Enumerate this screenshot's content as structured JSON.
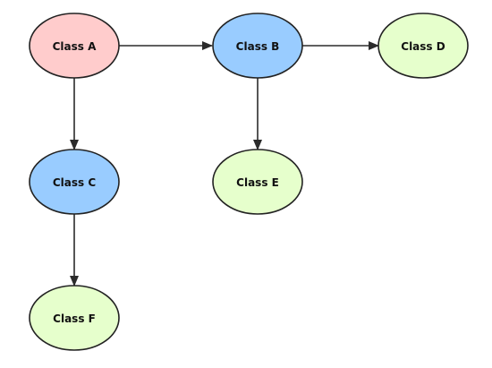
{
  "colors": {
    "pink": "#ffcccc",
    "blue": "#99ccff",
    "green": "#e6ffcc",
    "stroke": "#222222",
    "edge": "#2b2b2b"
  },
  "nodes": [
    {
      "id": "a",
      "label": "Class A",
      "fill": "#ffcccc"
    },
    {
      "id": "b",
      "label": "Class B",
      "fill": "#99ccff"
    },
    {
      "id": "c",
      "label": "Class C",
      "fill": "#99ccff"
    },
    {
      "id": "d",
      "label": "Class D",
      "fill": "#e6ffcc"
    },
    {
      "id": "e",
      "label": "Class E",
      "fill": "#e6ffcc"
    },
    {
      "id": "f",
      "label": "Class F",
      "fill": "#e6ffcc"
    }
  ],
  "edges": [
    {
      "from": "a",
      "to": "b"
    },
    {
      "from": "b",
      "to": "d"
    },
    {
      "from": "a",
      "to": "c"
    },
    {
      "from": "b",
      "to": "e"
    },
    {
      "from": "c",
      "to": "f"
    }
  ]
}
